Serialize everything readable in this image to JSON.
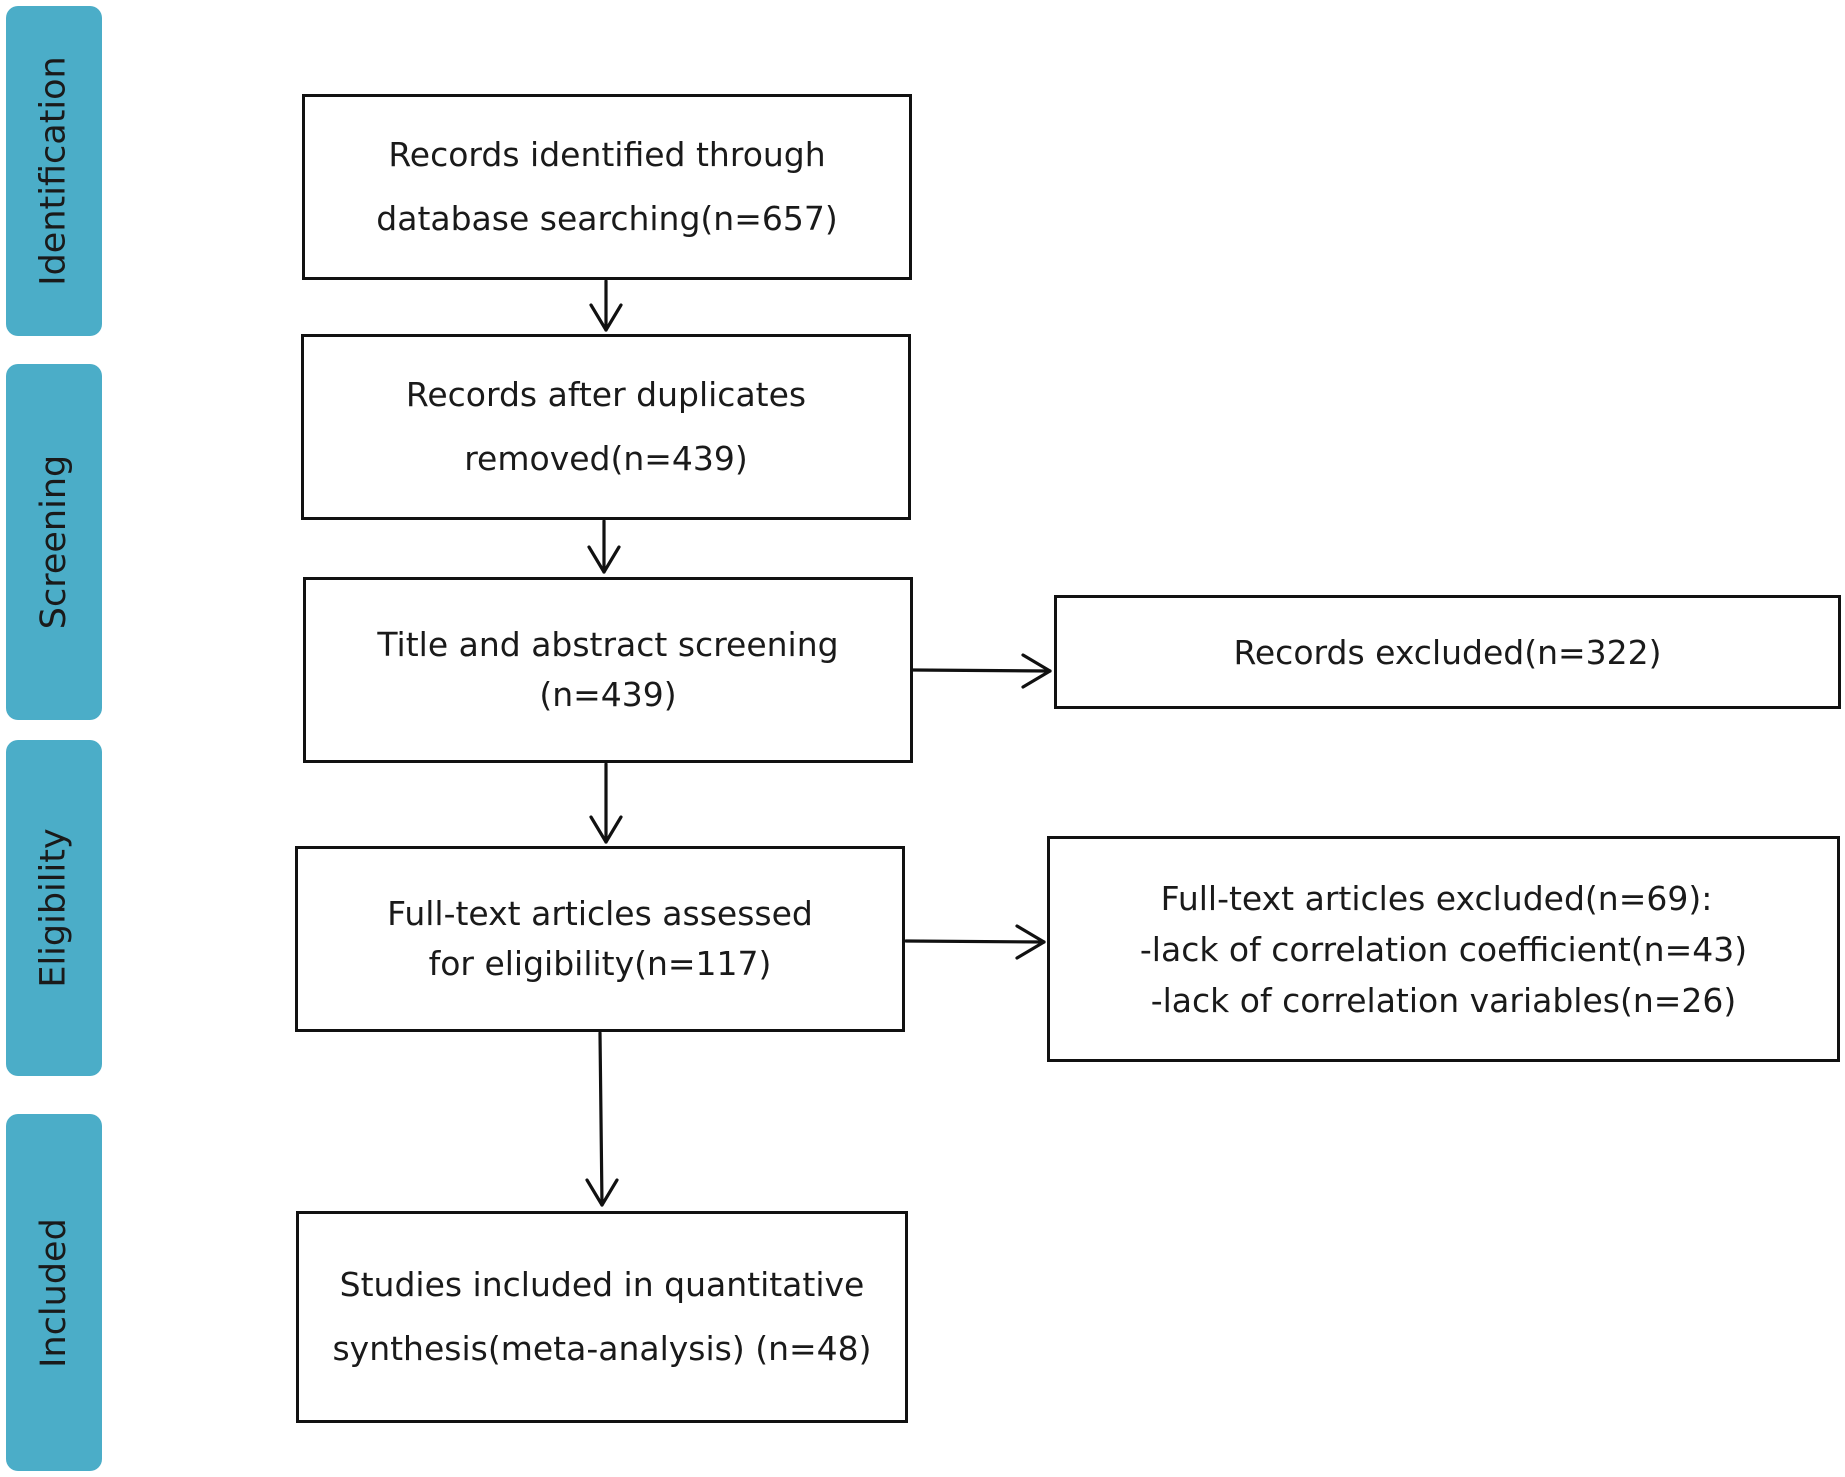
{
  "colors": {
    "stage_fill": "#4badc8",
    "box_border": "#111111",
    "arrow": "#111111",
    "text": "#1a1a1a"
  },
  "stages": {
    "identification": "Identification",
    "screening": "Screening",
    "eligibility": "Eligibility",
    "included": "Included"
  },
  "boxes": {
    "identified": {
      "line1": "Records identified through",
      "line2": "database searching(n=657)"
    },
    "deduplicated": {
      "line1": "Records after duplicates",
      "line2": "removed(n=439)"
    },
    "screened": {
      "line1": "Title and abstract screening",
      "line2": "(n=439)"
    },
    "excluded_records": {
      "line1": "Records excluded(n=322)"
    },
    "assessed": {
      "line1": "Full-text articles assessed",
      "line2": "for eligibility(n=117)"
    },
    "excluded_fulltext": {
      "line1": "Full-text articles excluded(n=69):",
      "line2": "-lack of correlation coefficient(n=43)",
      "line3": "-lack of correlation variables(n=26)"
    },
    "included": {
      "line1": "Studies included in quantitative",
      "line2": "synthesis(meta-analysis) (n=48)"
    }
  }
}
